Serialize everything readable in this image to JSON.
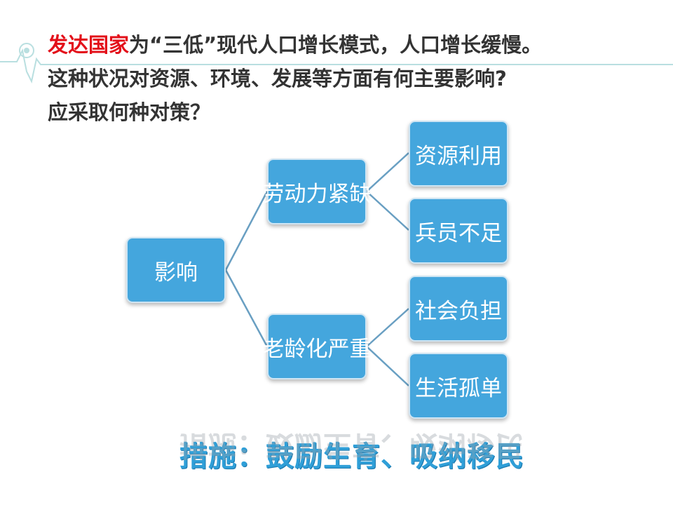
{
  "question": {
    "highlight": "发达国家",
    "line1_rest": "为“三低”现代人口增长模式，人口增长缓慢。",
    "line2": "这种状况对资源、环境、发展等方面有何主要影响?",
    "line3": "应采取何种对策？"
  },
  "tree": {
    "root": "影响",
    "branch1": {
      "label": "劳动力紧缺",
      "leaves": [
        "资源利用",
        "兵员不足"
      ]
    },
    "branch2": {
      "label": "老龄化严重",
      "leaves": [
        "社会负担",
        "生活孤单"
      ]
    }
  },
  "measures": "措施：鼓励生育、吸纳移民",
  "colors": {
    "node_fill": "#44a6dd",
    "highlight": "#e3101a",
    "measures_text": "#2f9fd8",
    "connector": "#4f8fb8"
  }
}
